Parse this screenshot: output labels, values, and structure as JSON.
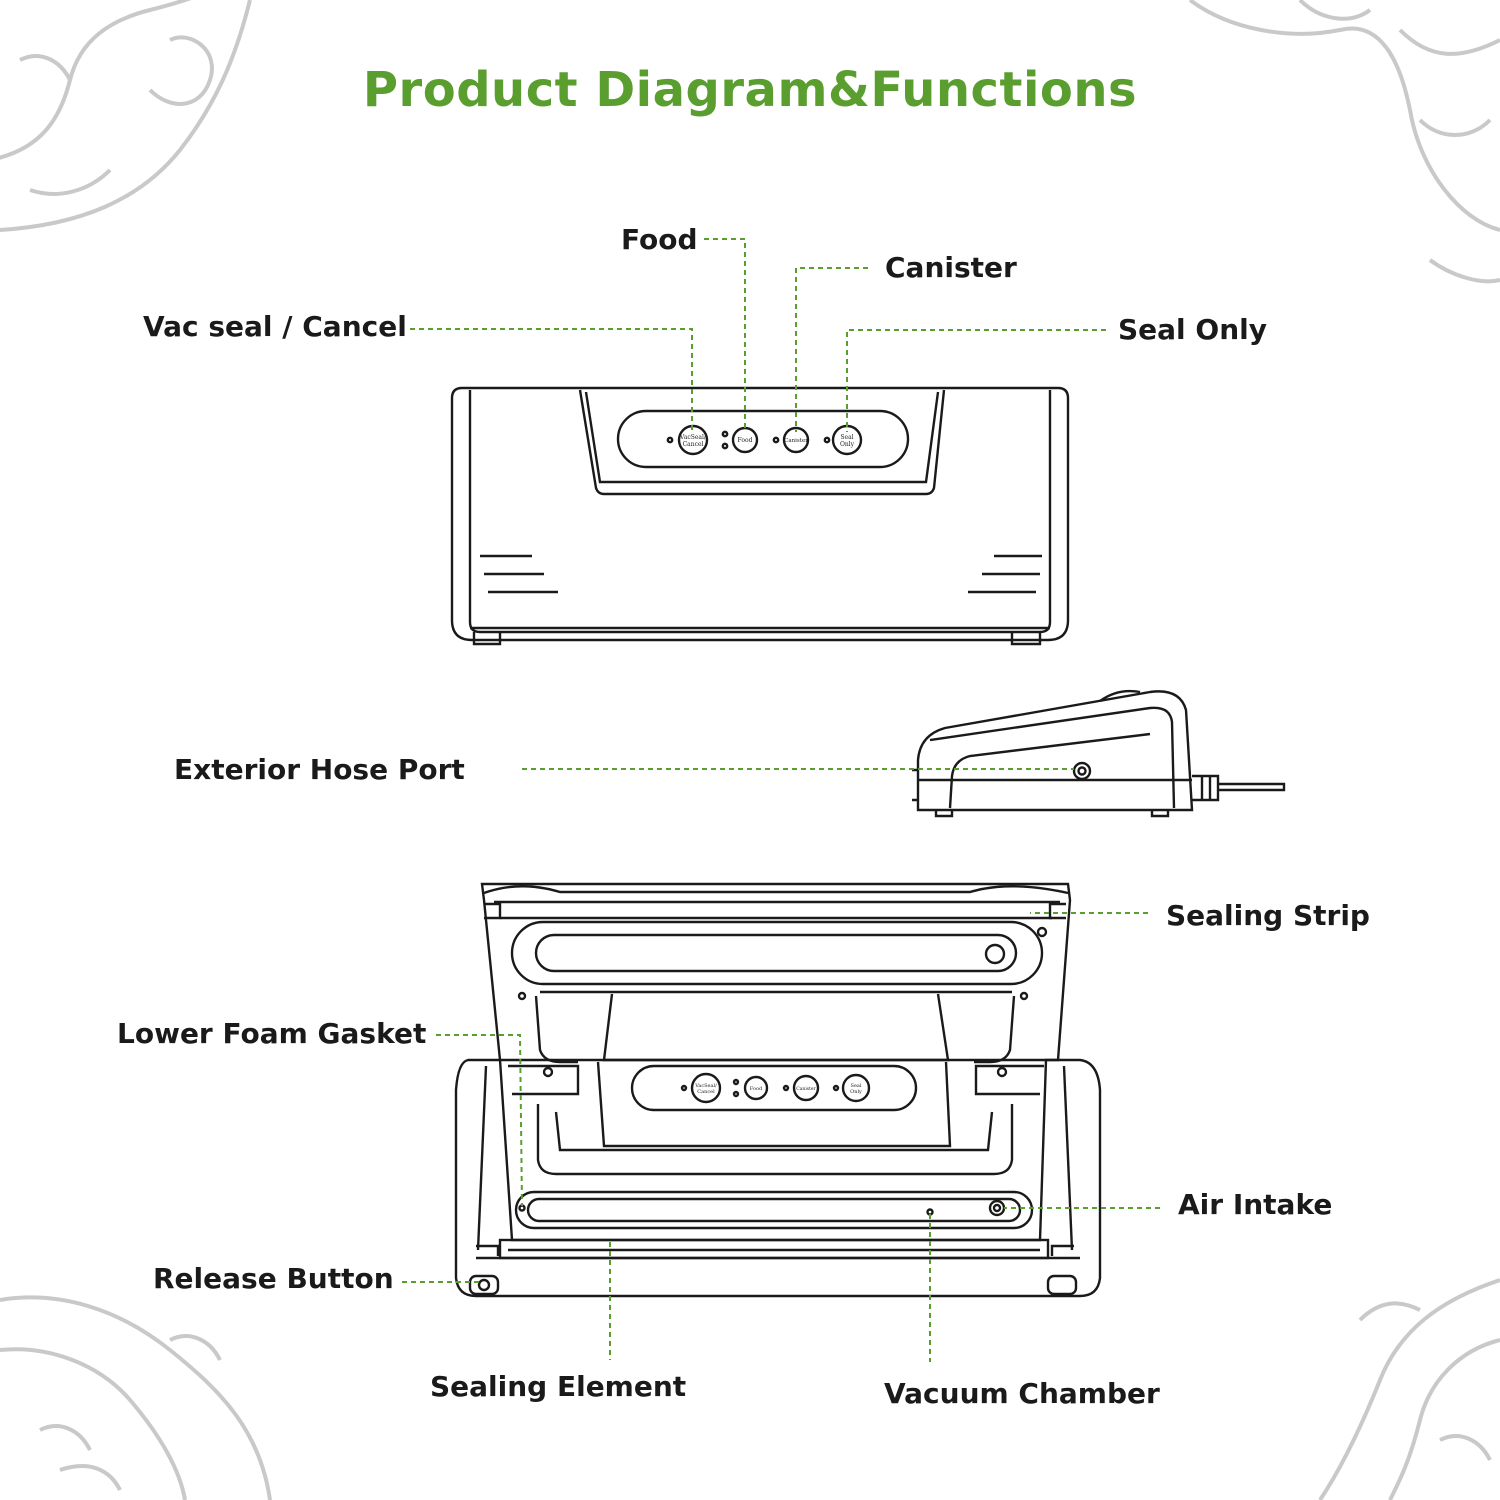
{
  "title": "Product Diagram&Functions",
  "accent_color": "#5a9e2f",
  "labels": {
    "food": "Food",
    "canister": "Canister",
    "vac_seal_cancel": "Vac seal / Cancel",
    "seal_only": "Seal Only",
    "exterior_hose_port": "Exterior Hose Port",
    "sealing_strip": "Sealing Strip",
    "lower_foam_gasket": "Lower Foam Gasket",
    "air_intake": "Air Intake",
    "release_button": "Release Button",
    "sealing_element": "Sealing Element",
    "vacuum_chamber": "Vacuum Chamber"
  },
  "buttons": {
    "vac_seal_line1": "VacSeal/",
    "vac_seal_line2": "Cancel",
    "food": "Food",
    "canister": "Canister",
    "seal_only_line1": "Seal",
    "seal_only_line2": "Only"
  }
}
